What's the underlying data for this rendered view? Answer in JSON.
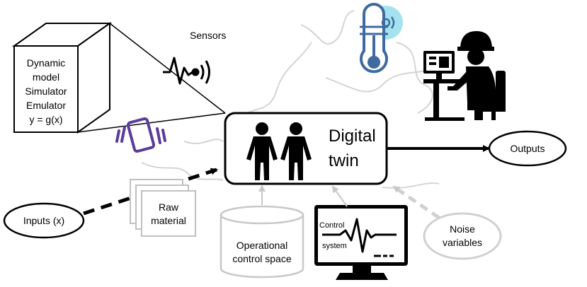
{
  "cube_lines": [
    "Dynamic",
    "model",
    "Simulator",
    "Emulator",
    "y = g(x)"
  ],
  "sensors_label": "Sensors",
  "digital_twin_lines": [
    "Digital",
    "twin"
  ],
  "outputs_label": "Outputs",
  "inputs_label": "Inputs (x)",
  "raw_material_lines": [
    "Raw",
    "material"
  ],
  "operational_lines": [
    "Operational",
    "control space"
  ],
  "control_system_lines": [
    "Control",
    "system"
  ],
  "noise_lines": [
    "Noise",
    "variables"
  ],
  "colors": {
    "thermometer_accent": "#7fd6ea",
    "thermometer_body": "#3e6aa0",
    "vibration_icon": "#5b3c9a",
    "gray_element": "#c8c8c8"
  }
}
